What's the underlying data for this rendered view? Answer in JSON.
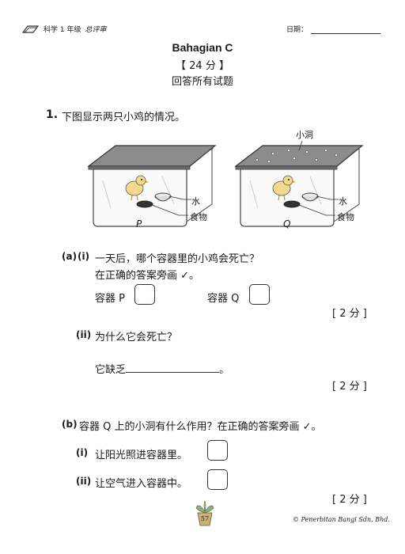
{
  "header": {
    "subject": "科学 1 年级",
    "section": "总评审",
    "date_label": "日期："
  },
  "title": {
    "bahagian": "Bahagian C",
    "marks": "【 24 分 】",
    "instruction": "回答所有试题"
  },
  "question1": {
    "number": "1.",
    "text": "下图显示两只小鸡的情况。",
    "figure": {
      "label_hole": "小洞",
      "label_water": "水",
      "label_food": "食物",
      "container_p": "P",
      "container_q": "Q"
    },
    "part_a": {
      "label": "(a)",
      "sub_i": {
        "label": "(i)",
        "line1": "一天后，哪个容器里的小鸡会死亡？",
        "line2": "在正确的答案旁画 ✓。",
        "option_p": "容器 P",
        "option_q": "容器 Q",
        "marks": "[ 2 分 ]"
      },
      "sub_ii": {
        "label": "(ii)",
        "text": "为什么它会死亡？",
        "answer_prefix": "它缺乏",
        "answer_suffix": "。",
        "marks": "[ 2 分 ]"
      }
    },
    "part_b": {
      "label": "(b)",
      "text": "容器 Q 上的小洞有什么作用？在正确的答案旁画 ✓。",
      "option_i": {
        "label": "(i)",
        "text": "让阳光照进容器里。"
      },
      "option_ii": {
        "label": "(ii)",
        "text": "让空气进入容器中。"
      },
      "marks": "[ 2 分 ]"
    }
  },
  "footer": {
    "page_number": "57",
    "publisher": "© Penerbitan Bangi Sdn. Bhd."
  }
}
